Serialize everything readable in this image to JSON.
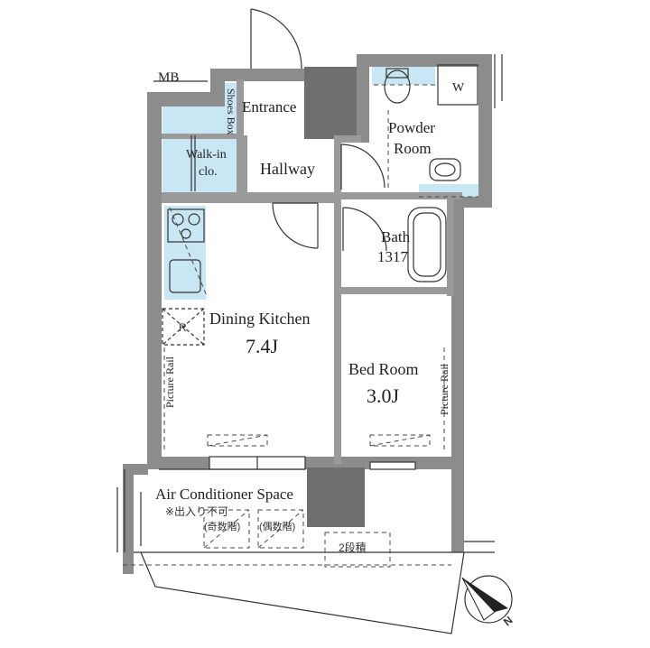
{
  "colors": {
    "wall": "#8c8c8c",
    "wall_dark": "#6f6f6f",
    "storage_fill": "#c9e6f4",
    "fixture_stroke": "#333333",
    "dashed": "#4a4a4a"
  },
  "labels": {
    "mb": "MB",
    "shoes_box": "Shoes Box",
    "entrance": "Entrance",
    "powder_room_line1": "Powder",
    "powder_room_line2": "Room",
    "washer": "W",
    "walk_in_line1": "Walk-in",
    "walk_in_line2": "clo.",
    "hallway": "Hallway",
    "bath": "Bath",
    "bath_size": "1317",
    "refrigerator": "R",
    "dining_kitchen": "Dining Kitchen",
    "dining_size": "7.4J",
    "picture_rail_left": "Picture Rail",
    "bed_room": "Bed Room",
    "bed_size": "3.0J",
    "picture_rail_right": "Picture Rail",
    "air_conditioner_space": "Air Conditioner Space",
    "no_entry_note": "※出入り不可",
    "odd_floor": "(奇数階)",
    "even_floor": "(偶数階)",
    "two_steps": "2段積",
    "compass_north": "N"
  }
}
